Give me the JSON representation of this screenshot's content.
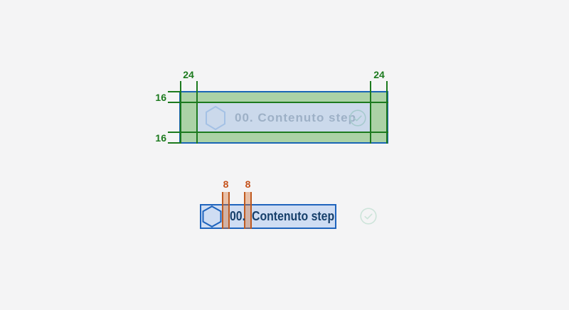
{
  "colors": {
    "page_bg": "#f4f4f5",
    "measure_green": "#1c7a1e",
    "overlay_green": "#abd2a6",
    "spec_border_blue": "#1a65b5",
    "spec_fill_blue": "#cbd9eb",
    "muted_text": "#9db0c6",
    "muted_hex_stroke": "#a4c1e5",
    "muted_check_stroke": "#a6cacd",
    "active_border_blue": "#1f64bd",
    "active_fill_blue": "#cfddf3",
    "active_text": "#17406b",
    "measure_orange": "#c4511a",
    "overlay_orange_fill": "rgba(214,108,43,0.38)",
    "overlay_orange_border": "#c05a20",
    "check_light_stroke": "#cde4da"
  },
  "padding_spec": {
    "left_label": "24",
    "right_label": "24",
    "top_label": "16",
    "bottom_label": "16",
    "step_item": {
      "icon": "hexagon-outline",
      "label": "00. Contenuto step",
      "status_icon": "check-circle"
    }
  },
  "gap_spec": {
    "gap_labels": [
      "8",
      "8"
    ],
    "step_item": {
      "icon": "hexagon-outline",
      "prefix": "00.",
      "title": "Contenuto step",
      "status_icon": "check-circle"
    }
  }
}
